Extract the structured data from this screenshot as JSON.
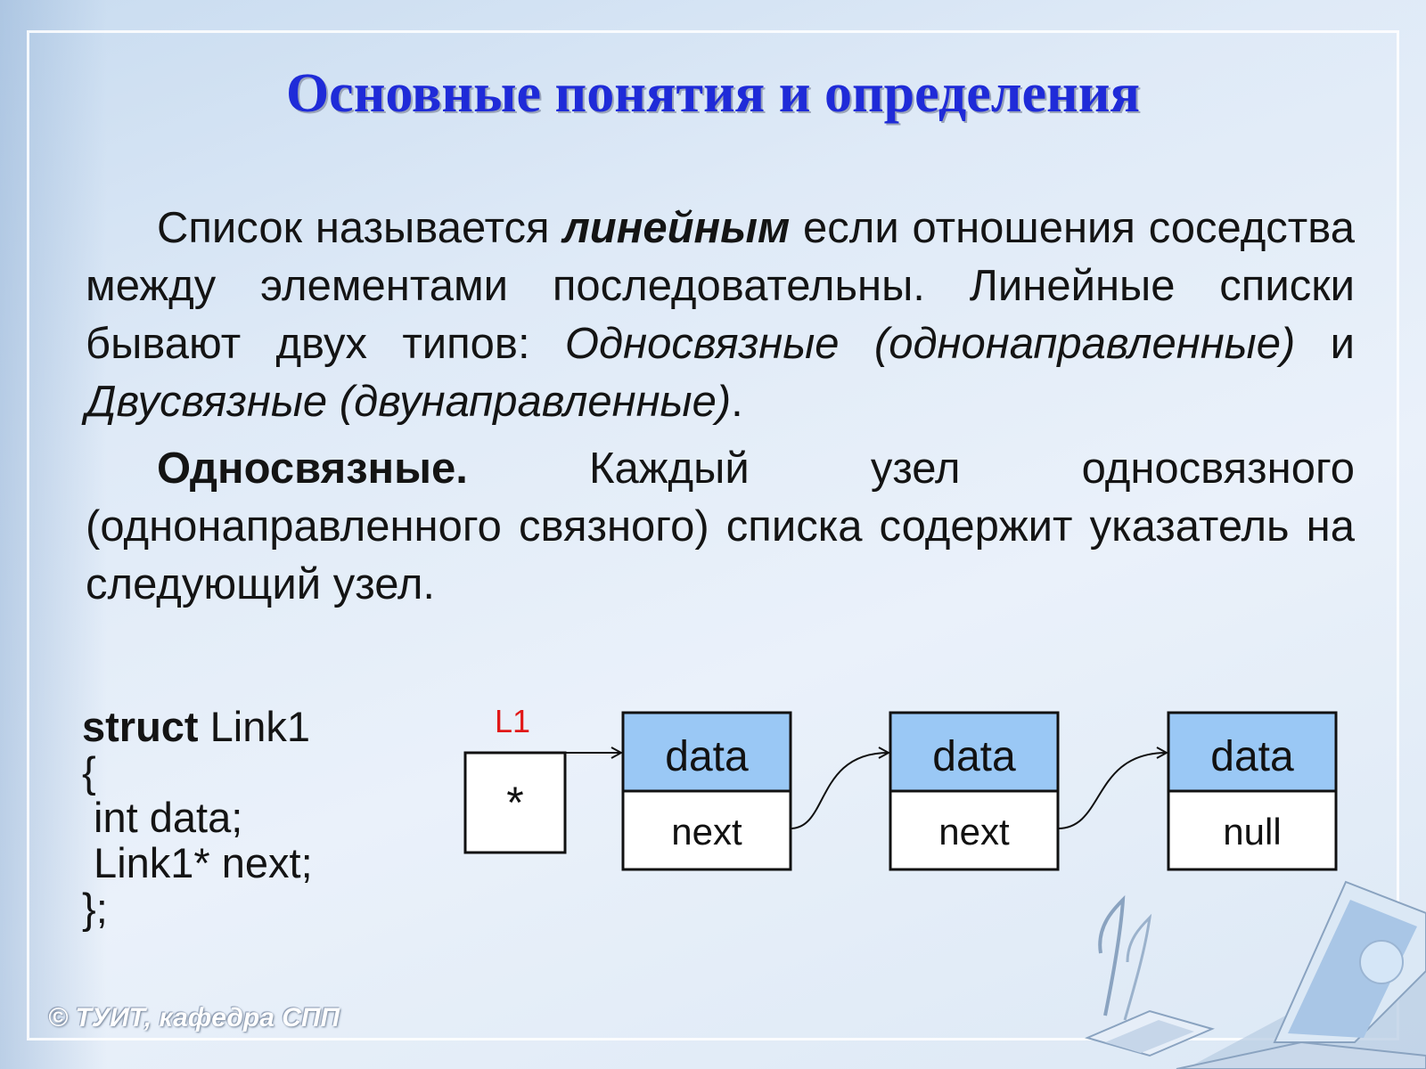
{
  "title": "Основные понятия и определения",
  "paragraph1": {
    "t1": "Список называется ",
    "bold_italic": "линейным",
    "t2": " если отношения соседства между элементами последовательны. Линейные списки бывают двух типов: ",
    "italic1": "Односвязные (однонаправленные)",
    "t3": " и ",
    "italic2": "Двусвязные (двунаправленные)",
    "t4": "."
  },
  "paragraph2": {
    "bold": "Односвязные.",
    "text": " Каждый узел односвязного (однонаправленного связного) списка содержит указатель на следующий узел."
  },
  "code": {
    "keyword": "struct",
    "name": " Link1",
    "open": "{",
    "line1": " int data;",
    "line2": " Link1* next;",
    "close": "};"
  },
  "diagram": {
    "pointer_label": "L1",
    "pointer_value": "*",
    "nodes": [
      {
        "data": "data",
        "next": "next"
      },
      {
        "data": "data",
        "next": "next"
      },
      {
        "data": "data",
        "next": "null"
      }
    ],
    "colors": {
      "data_fill": "#9ac8f5",
      "label_red": "#e11818"
    }
  },
  "copyright": "© ТУИТ, кафедра СПП"
}
